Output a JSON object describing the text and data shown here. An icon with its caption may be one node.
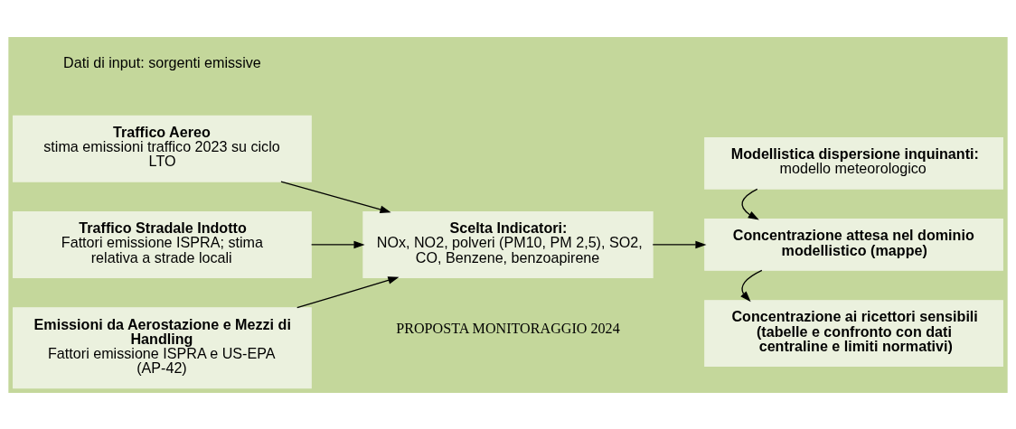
{
  "diagram": {
    "nodes": [
      {
        "text": [
          "Traffico Aereo",
          "stima emissioni traffico 2023 su ciclo LTO"
        ]
      },
      {
        "text": [
          "Traffico Stradale Indotto",
          "Fattori emissione ISPRA; stima relativa a strade locali"
        ]
      },
      {
        "text": [
          "Emissioni da Aerostazione e Mezzi di Handling",
          "Fattori emissione ISPRA e US-EPA (AP-42)"
        ]
      },
      {
        "text": [
          "Scelta Indicatori:",
          "NOx, NO2, polveri (PM10, PM 2,5), SO2, CO, Benzene, benzoapirene"
        ]
      },
      {
        "text": [
          "Modellistica dispersione inquinanti:",
          "modello meteorologico"
        ]
      },
      {
        "text": [
          "Concentrazione attesa nel dominio modellistico (mappe)"
        ]
      },
      {
        "text": [
          "Concentrazione ai ricettori sensibili (tabelle e confronto con dati centraline e limiti normativi)"
        ]
      }
    ],
    "edges": [
      {
        "from": 0,
        "to": 3,
        "arrow": "to"
      },
      {
        "from": 1,
        "to": 3,
        "arrow": "to"
      },
      {
        "from": 2,
        "to": 3,
        "arrow": "to"
      },
      {
        "from": 3,
        "to": 5,
        "arrow": "to"
      },
      {
        "from": 4,
        "to": 5,
        "arrow": "to"
      },
      {
        "from": 5,
        "to": 6,
        "arrow": "to"
      }
    ],
    "labels": [
      "Dati di input: sorgenti emissive",
      "PROPOSTA MONITORAGGIO 2024"
    ]
  }
}
